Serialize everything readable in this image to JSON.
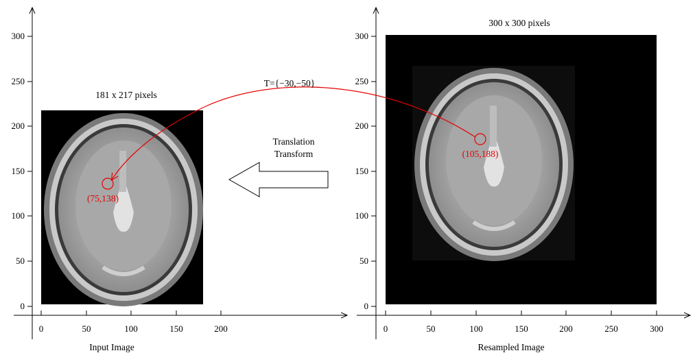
{
  "left_panel": {
    "caption": "Input Image",
    "size_label": "181 x 217 pixels",
    "x_ticks": [
      "0",
      "50",
      "100",
      "150",
      "200"
    ],
    "y_ticks": [
      "0",
      "50",
      "100",
      "150",
      "200",
      "250",
      "300"
    ],
    "point_label": "(75,138)"
  },
  "right_panel": {
    "caption": "Resampled Image",
    "size_label": "300 x 300 pixels",
    "x_ticks": [
      "0",
      "50",
      "100",
      "150",
      "200",
      "250",
      "300"
    ],
    "y_ticks": [
      "0",
      "50",
      "100",
      "150",
      "200",
      "250",
      "300"
    ],
    "point_label": "(105,188)"
  },
  "transform": {
    "label_line1": "Translation",
    "label_line2": "Transform",
    "equation": "T={−30,−50}"
  },
  "colors": {
    "highlight": "#e60000",
    "image_background": "#000000",
    "brain_gray": "#9a9a9a"
  }
}
